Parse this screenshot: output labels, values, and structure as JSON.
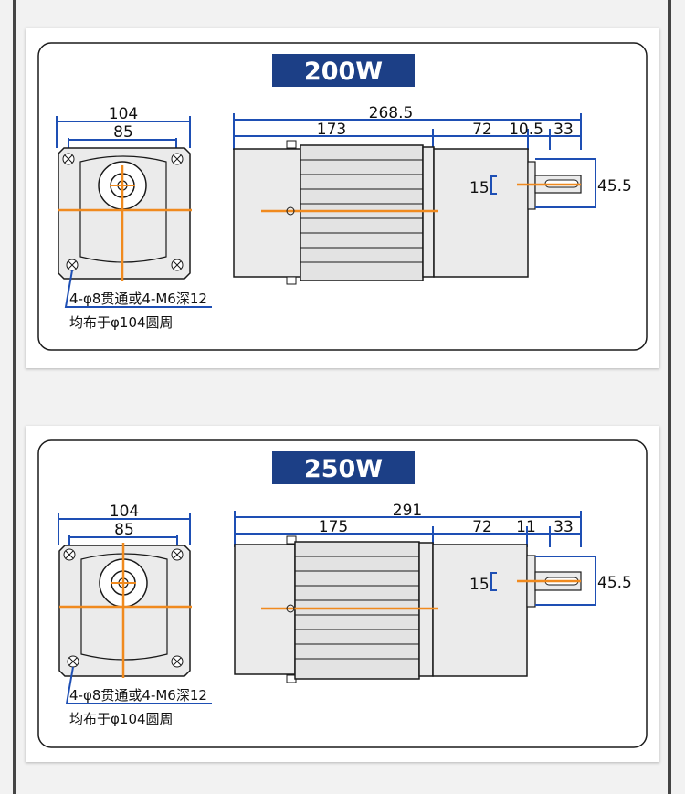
{
  "colors": {
    "badge": "#1c3f86",
    "dimension_line": "#1e4fb4",
    "center_line": "#f08a1e",
    "motor_body": "#ebebeb",
    "outline": "#1a1a1a"
  },
  "panels": [
    {
      "title": "200W",
      "front": {
        "outer_width": "104",
        "inner_width": "85"
      },
      "side": {
        "total_length": "268.5",
        "body_length": "173",
        "gearbox_length": "72",
        "flange_length": "10.5",
        "shaft_length": "33",
        "shaft_diameter": "15",
        "flange_height": "45.5"
      },
      "note_line1": "4-φ8贯通或4-M6深12",
      "note_line2": "均布于φ104圆周"
    },
    {
      "title": "250W",
      "front": {
        "outer_width": "104",
        "inner_width": "85"
      },
      "side": {
        "total_length": "291",
        "body_length": "175",
        "gearbox_length": "72",
        "flange_length": "11",
        "shaft_length": "33",
        "shaft_diameter": "15",
        "flange_height": "45.5"
      },
      "note_line1": "4-φ8贯通或4-M6深12",
      "note_line2": "均布于φ104圆周"
    }
  ]
}
